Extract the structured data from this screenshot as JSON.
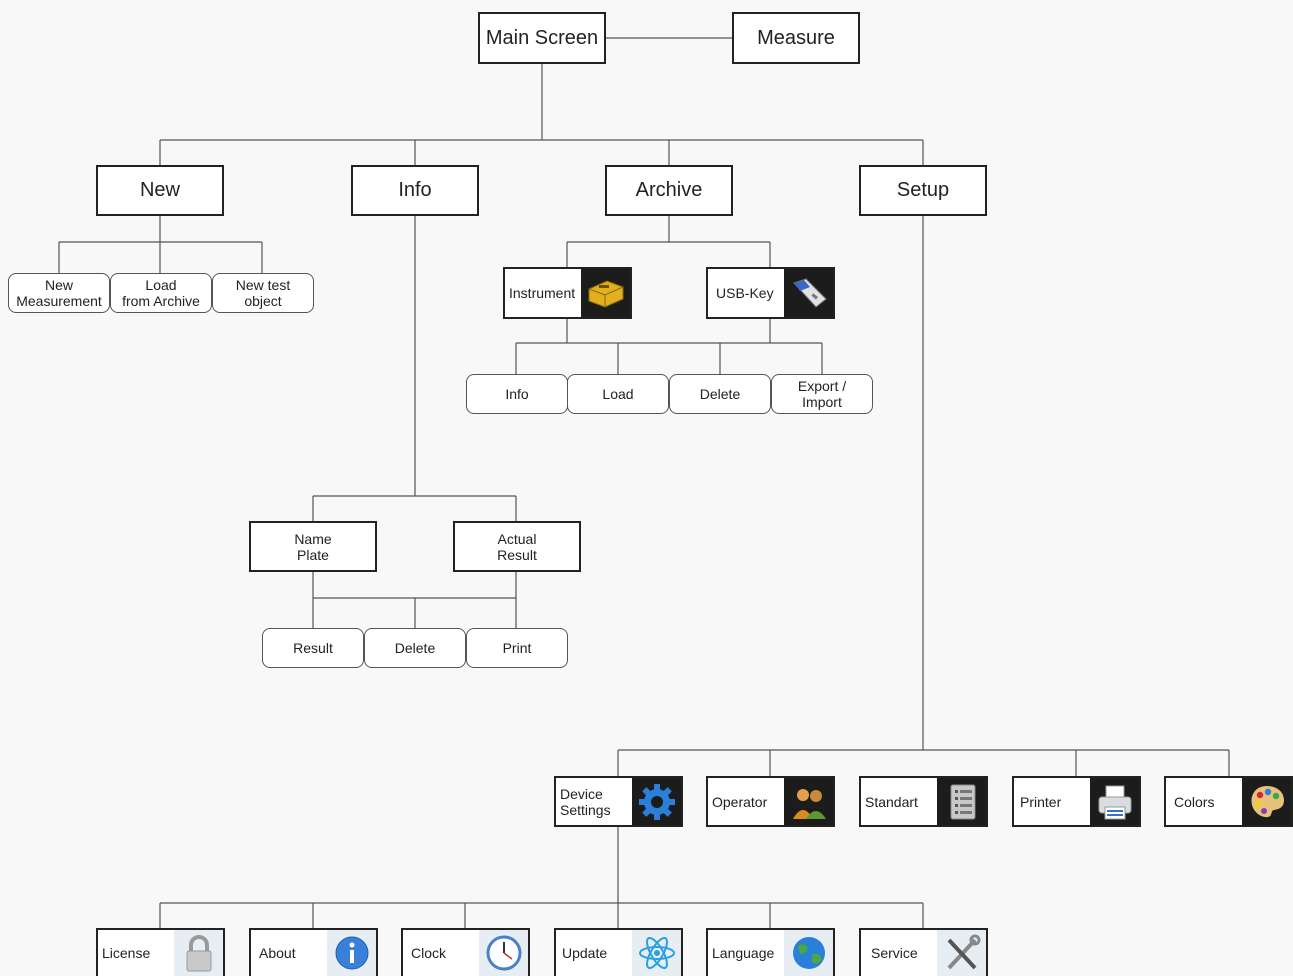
{
  "root": {
    "label": "Main Screen"
  },
  "measure": {
    "label": "Measure"
  },
  "level1": [
    "New",
    "Info",
    "Archive",
    "Setup"
  ],
  "new_children": [
    "New\nMeasurement",
    "Load\nfrom Archive",
    "New test\nobject"
  ],
  "archive_sources": [
    {
      "label": "Instrument",
      "icon": "instrument-case-icon"
    },
    {
      "label": "USB-Key",
      "icon": "usb-key-icon"
    }
  ],
  "archive_actions": [
    "Info",
    "Load",
    "Delete",
    "Export /\nImport"
  ],
  "info_children": [
    "Name\nPlate",
    "Actual\nResult"
  ],
  "info_actions": [
    "Result",
    "Delete",
    "Print"
  ],
  "setup_children": [
    {
      "label": "Device\nSettings",
      "icon": "gear-icon"
    },
    {
      "label": "Operator",
      "icon": "operators-icon"
    },
    {
      "label": "Standart",
      "icon": "list-icon"
    },
    {
      "label": "Printer",
      "icon": "printer-icon"
    },
    {
      "label": "Colors",
      "icon": "palette-icon"
    }
  ],
  "device_settings_children": [
    {
      "label": "License",
      "icon": "lock-icon"
    },
    {
      "label": "About",
      "icon": "info-icon"
    },
    {
      "label": "Clock",
      "icon": "clock-icon"
    },
    {
      "label": "Update",
      "icon": "atom-icon"
    },
    {
      "label": "Language",
      "icon": "globe-icon"
    },
    {
      "label": "Service",
      "icon": "tools-icon"
    }
  ]
}
